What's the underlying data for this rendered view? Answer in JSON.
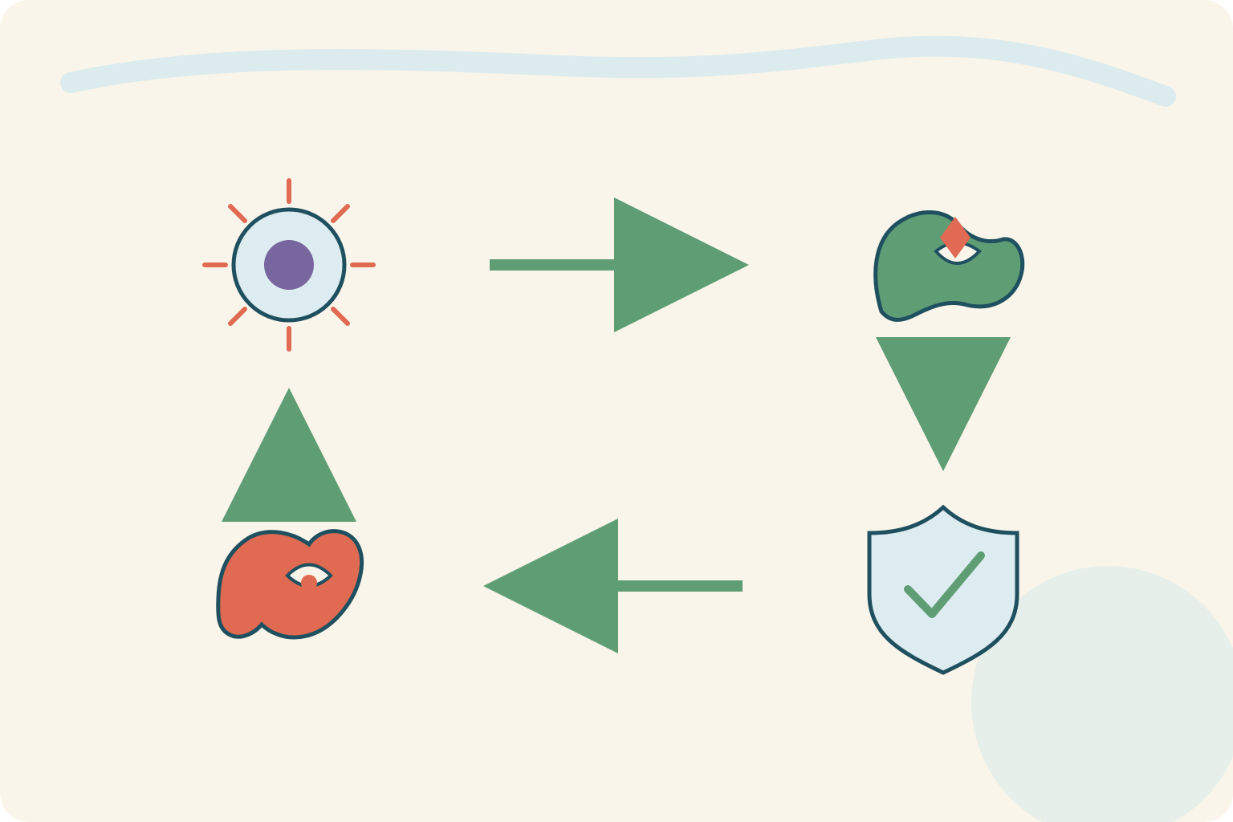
{
  "canvas": {
    "background": "#faf5ea",
    "corner_circle": "#e6efe9",
    "top_squiggle": "#dcecee"
  },
  "colors": {
    "outline": "#1f5060",
    "arrow": "#5f9d75",
    "coral": "#e06a52",
    "pale_blue": "#dcecf0",
    "purple": "#78669e",
    "green": "#5f9d75"
  },
  "cycle": {
    "steps": [
      {
        "icon": "sun-cell-icon"
      },
      {
        "icon": "green-cell-with-eye-icon"
      },
      {
        "icon": "shield-check-icon"
      },
      {
        "icon": "red-cell-with-eye-icon"
      }
    ],
    "arrows": [
      {
        "direction": "right",
        "from": 1,
        "to": 2
      },
      {
        "direction": "down",
        "from": 2,
        "to": 3
      },
      {
        "direction": "left",
        "from": 3,
        "to": 4
      },
      {
        "direction": "up",
        "from": 4,
        "to": 1
      }
    ]
  }
}
